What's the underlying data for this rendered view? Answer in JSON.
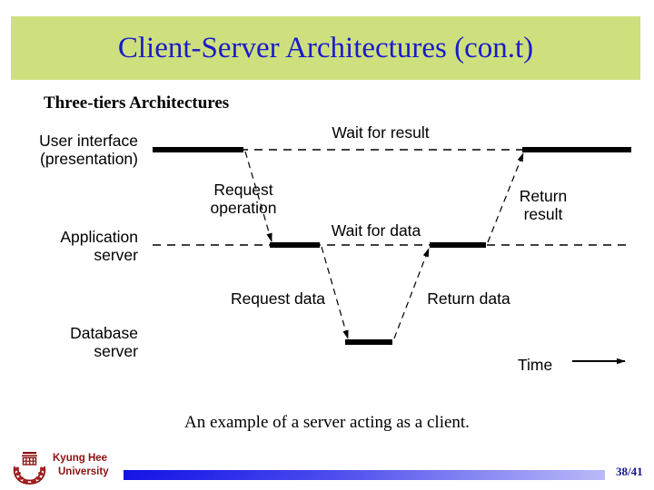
{
  "slide": {
    "title": "Client-Server Architectures (con.t)",
    "subtitle": "Three-tiers Architectures",
    "caption": "An example of a server acting as a client.",
    "banner_color": "#cee07d",
    "title_color": "#1a1aca"
  },
  "diagram": {
    "tier_labels": [
      {
        "line1": "User interface",
        "line2": "(presentation)"
      },
      {
        "line1": "Application",
        "line2": "server"
      },
      {
        "line1": "Database",
        "line2": "server"
      }
    ],
    "messages": [
      {
        "label_line1": "Request",
        "label_line2": "operation"
      },
      {
        "label_line1": "Request data",
        "label_line2": ""
      },
      {
        "label_line1": "Return data",
        "label_line2": ""
      },
      {
        "label_line1": "Return",
        "label_line2": "result"
      }
    ],
    "wait_labels": [
      "Wait for result",
      "Wait for data"
    ],
    "axis_label": "Time"
  },
  "footer": {
    "logo_line1": "Kyung Hee",
    "logo_line2": "University",
    "page_number": "38/41",
    "logo_color": "#8c1010",
    "page_number_color": "#14148c"
  }
}
